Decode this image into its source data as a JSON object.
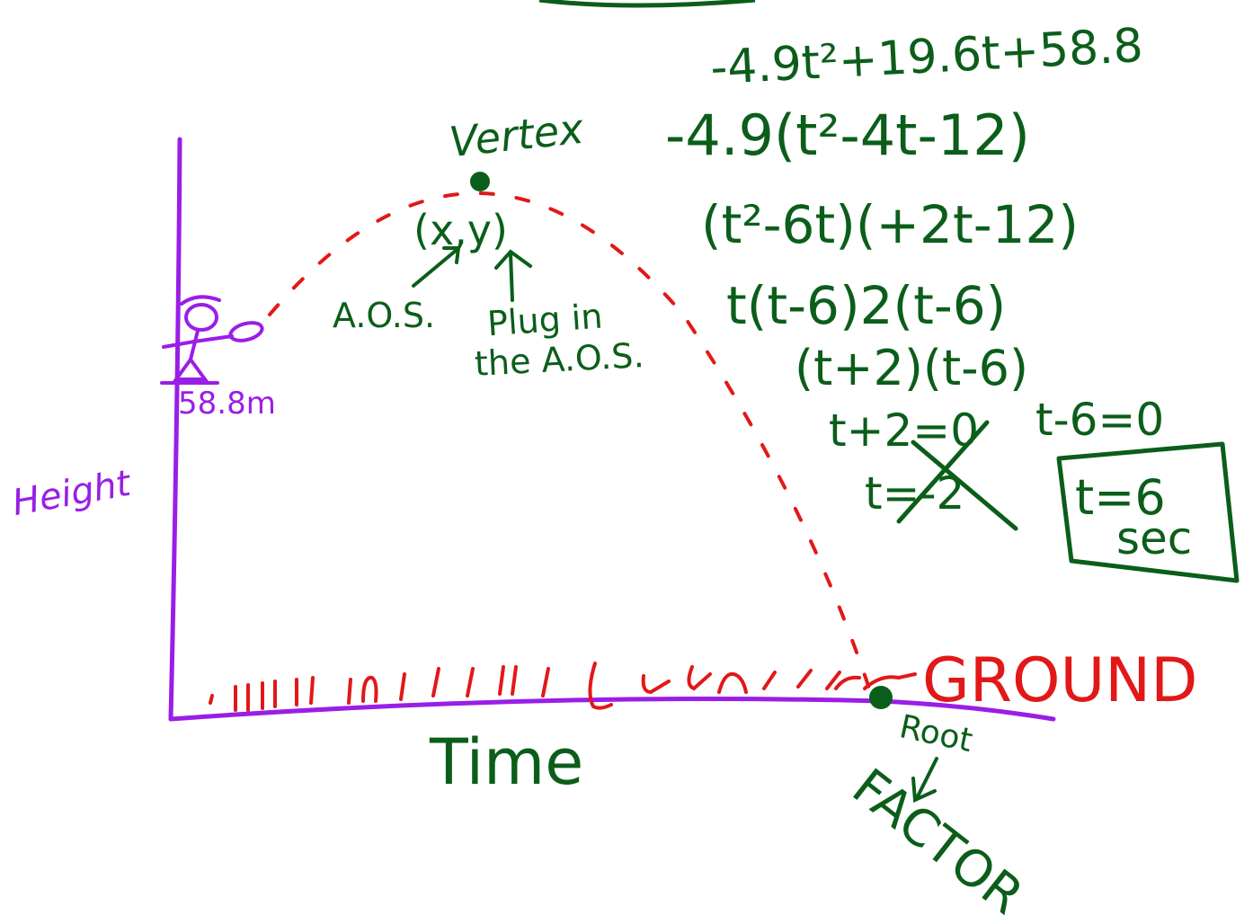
{
  "colors": {
    "green": "#0b5e1a",
    "purple": "#9a1ee6",
    "red": "#e21818",
    "background": "#ffffff"
  },
  "axes": {
    "y_label": "Height",
    "x_label": "Time"
  },
  "thrower": {
    "height_label": "58.8m"
  },
  "annotations": {
    "vertex": "Vertex",
    "vertex_coords": "(x,y)",
    "aos": "A.O.S.",
    "plug_line1": "Plug in",
    "plug_line2": "the A.O.S.",
    "ground": "GROUND",
    "root": "Root",
    "factor": "FACTOR"
  },
  "work": {
    "line1": "-4.9t²+19.6t+58.8",
    "line2": "-4.9(t²-4t-12)",
    "line3": "(t²-6t)(+2t-12)",
    "line4": "t(t-6)2(t-6)",
    "line5": "(t+2)(t-6)",
    "line6a": "t+2=0",
    "line6b": "t-6=0",
    "line7": "t=-2",
    "answer_line1": "t=6",
    "answer_line2": "sec"
  }
}
